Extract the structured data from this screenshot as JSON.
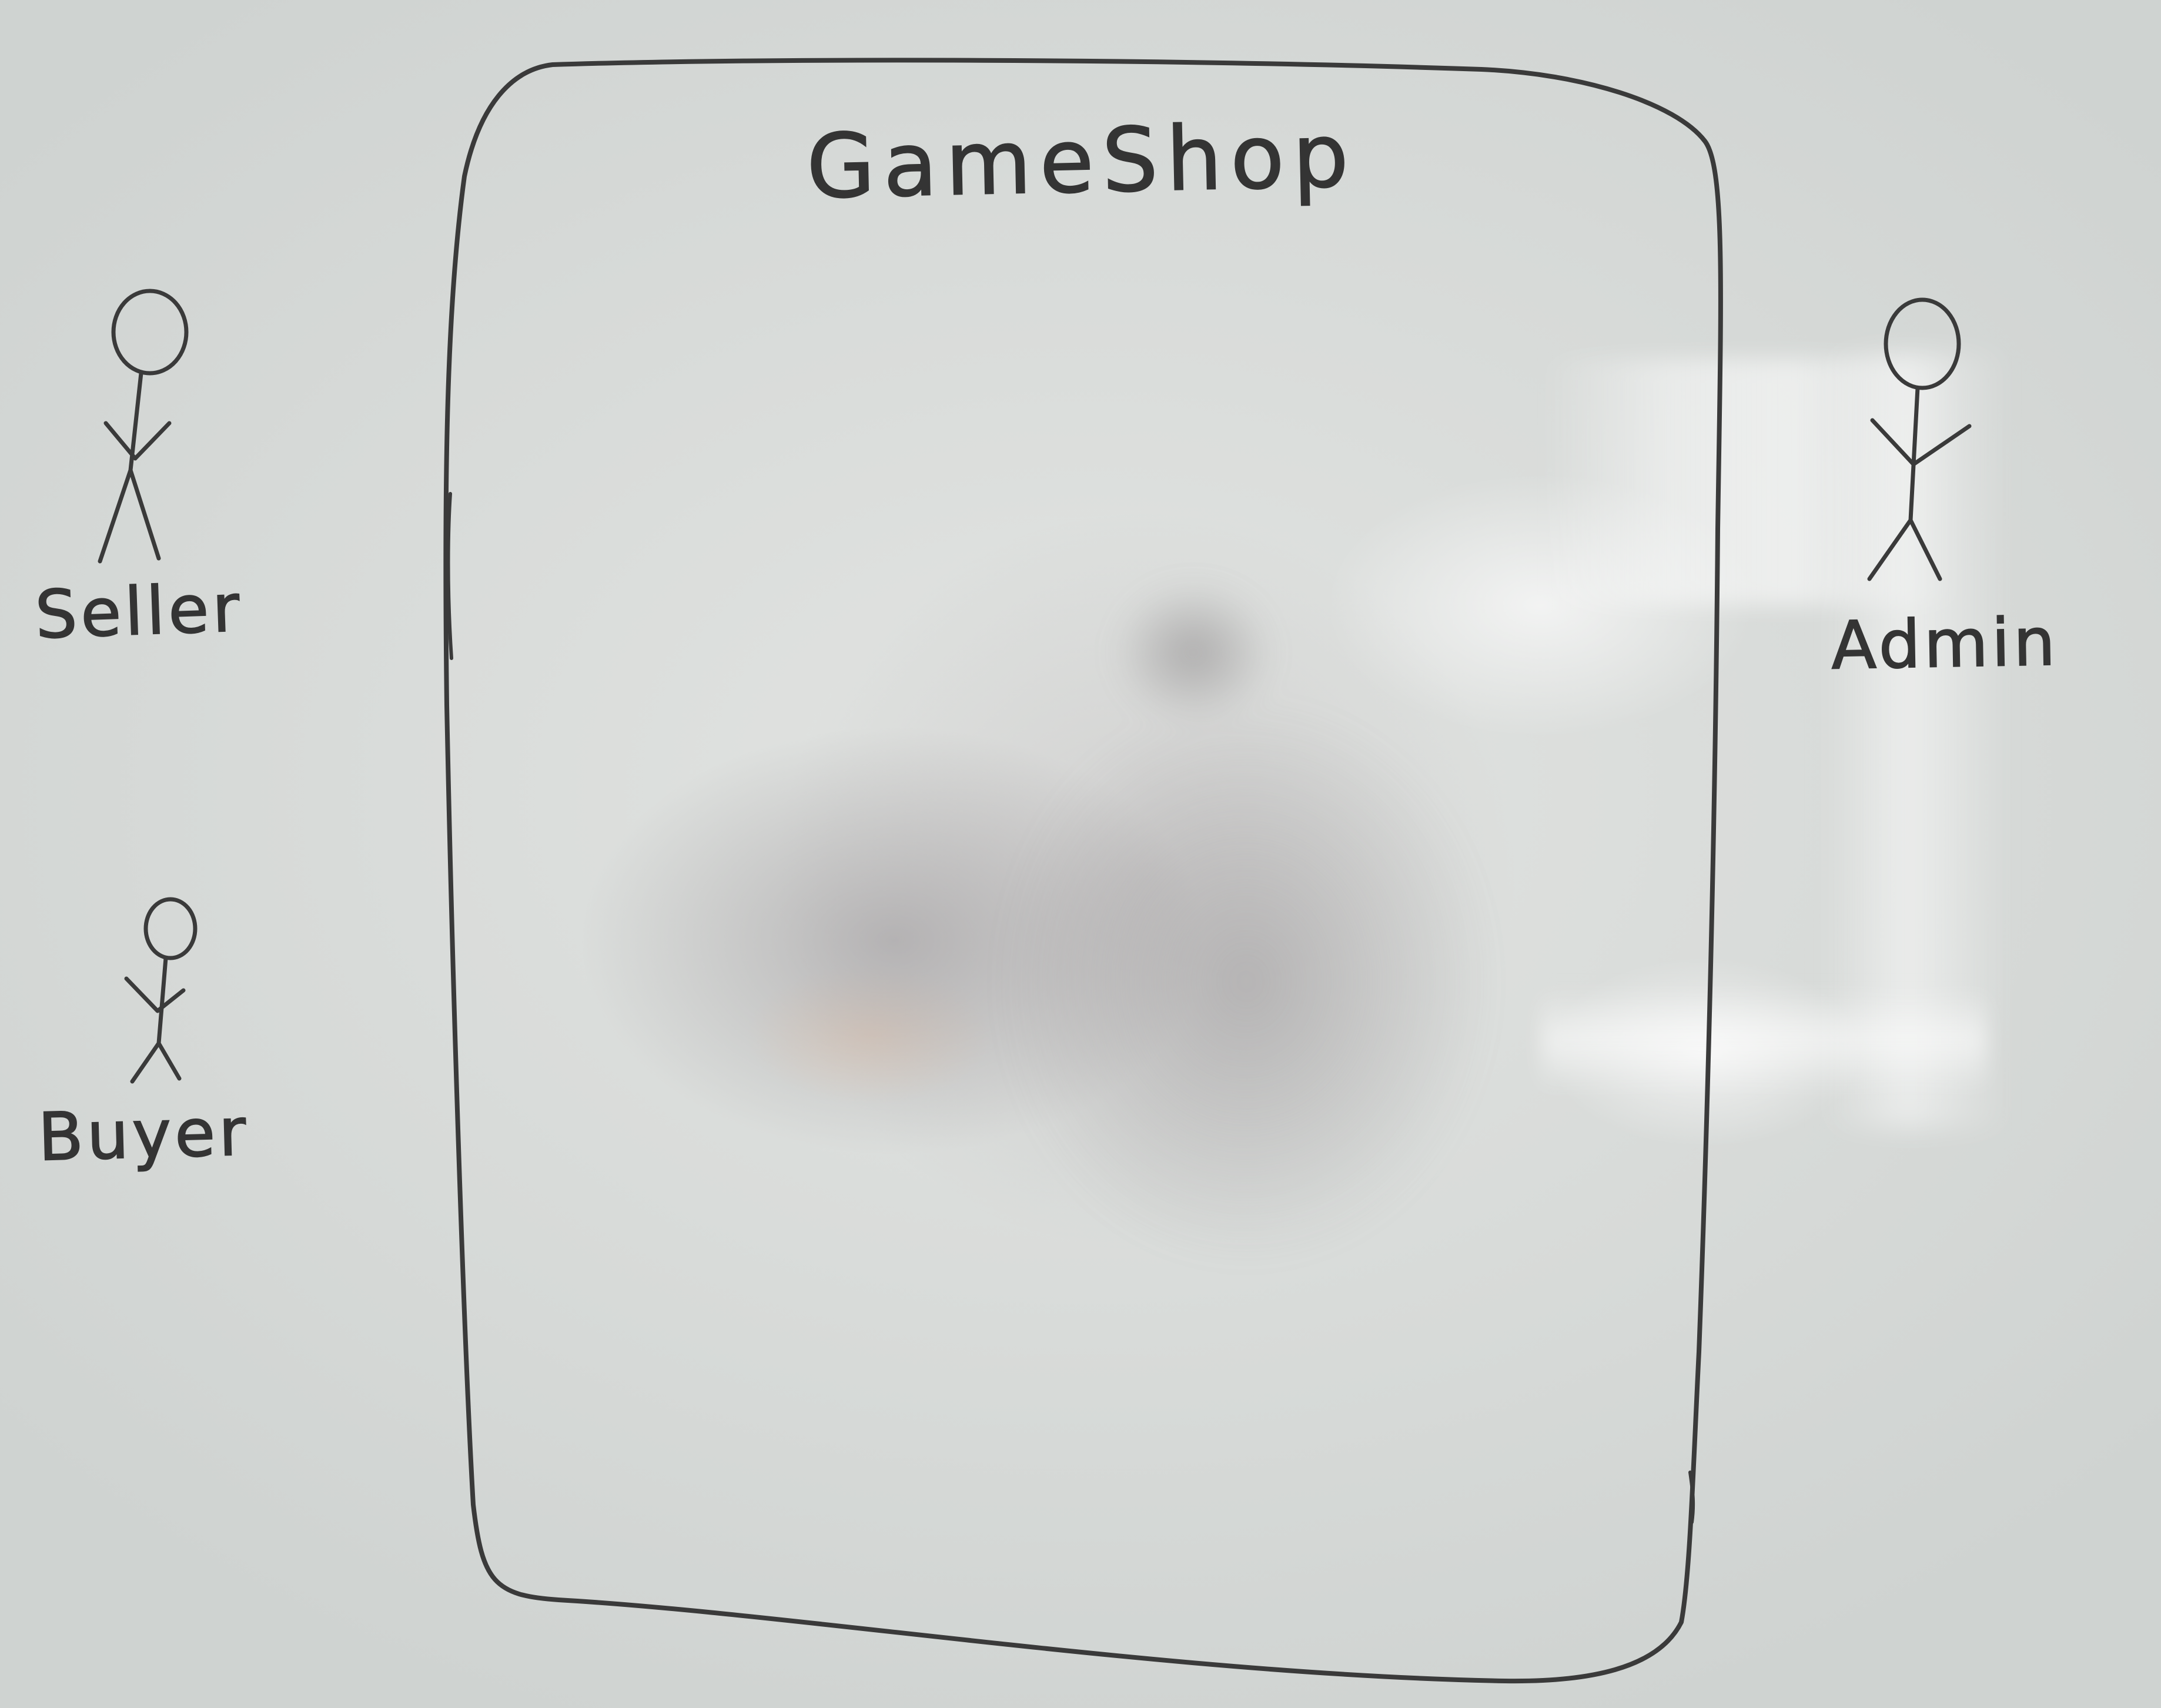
{
  "diagram": {
    "system_boundary": {
      "title": "GameShop"
    },
    "actors": [
      {
        "id": "seller",
        "label": "Seller"
      },
      {
        "id": "buyer",
        "label": "Buyer"
      },
      {
        "id": "admin",
        "label": "Admin"
      }
    ],
    "ink_color": "#3a3a3a",
    "board_color": "#dfe1df"
  }
}
